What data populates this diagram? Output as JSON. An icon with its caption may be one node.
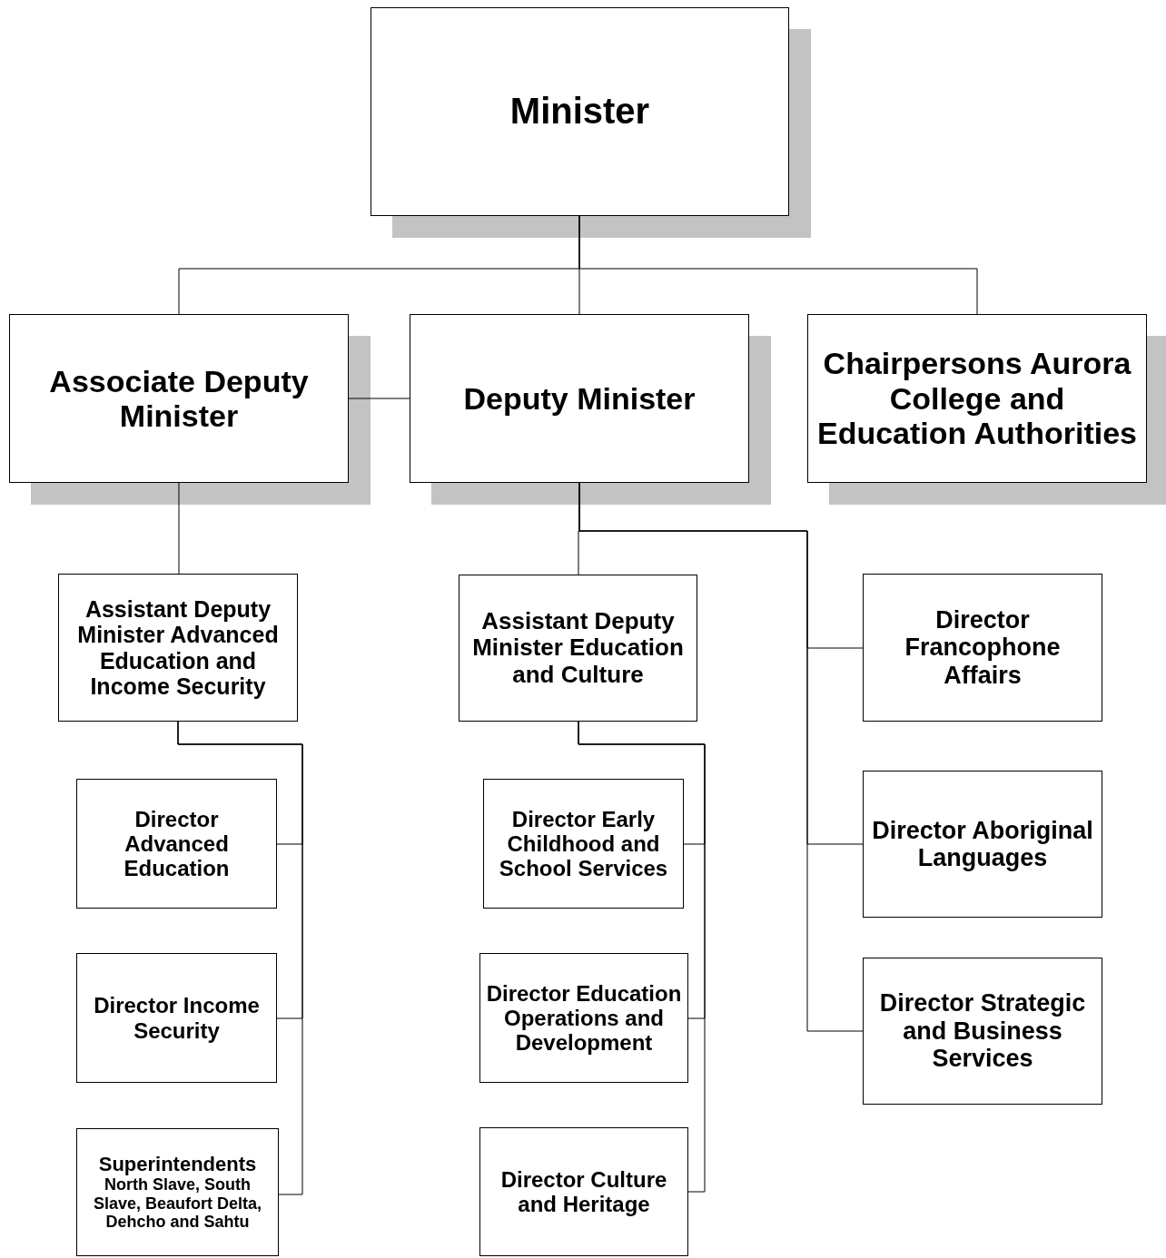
{
  "diagram": {
    "nodes": [
      {
        "text": [
          "Minister"
        ]
      },
      {
        "text": [
          "Associate Deputy Minister"
        ]
      },
      {
        "text": [
          "Deputy Minister"
        ]
      },
      {
        "text": [
          "Chairpersons Aurora College and Education Authorities"
        ]
      },
      {
        "text": [
          "Assistant Deputy Minister Advanced Education and Income Security"
        ]
      },
      {
        "text": [
          "Assistant Deputy Minister Education and Culture"
        ]
      },
      {
        "text": [
          "Director Francophone Affairs"
        ]
      },
      {
        "text": [
          "Director Advanced Education"
        ]
      },
      {
        "text": [
          "Director Early Childhood and School Services"
        ]
      },
      {
        "text": [
          "Director Aboriginal Languages"
        ]
      },
      {
        "text": [
          "Director Income Security"
        ]
      },
      {
        "text": [
          "Director Education Operations and Development"
        ]
      },
      {
        "text": [
          "Director Strategic and Business Services"
        ]
      },
      {
        "text": [
          "Superintendents",
          "North Slave, South Slave, Beaufort Delta, Dehcho and Sahtu"
        ]
      },
      {
        "text": [
          "Director Culture and Heritage"
        ]
      }
    ],
    "edges": [
      {
        "from": 0,
        "to": 1,
        "arrow": "none"
      },
      {
        "from": 0,
        "to": 2,
        "arrow": "none"
      },
      {
        "from": 0,
        "to": 3,
        "arrow": "none"
      },
      {
        "from": 1,
        "to": 2,
        "arrow": "none"
      },
      {
        "from": 1,
        "to": 4,
        "arrow": "none"
      },
      {
        "from": 2,
        "to": 5,
        "arrow": "none"
      },
      {
        "from": 2,
        "to": 6,
        "arrow": "none"
      },
      {
        "from": 2,
        "to": 9,
        "arrow": "none"
      },
      {
        "from": 2,
        "to": 12,
        "arrow": "none"
      },
      {
        "from": 4,
        "to": 7,
        "arrow": "none"
      },
      {
        "from": 4,
        "to": 10,
        "arrow": "none"
      },
      {
        "from": 4,
        "to": 13,
        "arrow": "none"
      },
      {
        "from": 5,
        "to": 8,
        "arrow": "none"
      },
      {
        "from": 5,
        "to": 11,
        "arrow": "none"
      },
      {
        "from": 5,
        "to": 14,
        "arrow": "none"
      }
    ]
  }
}
